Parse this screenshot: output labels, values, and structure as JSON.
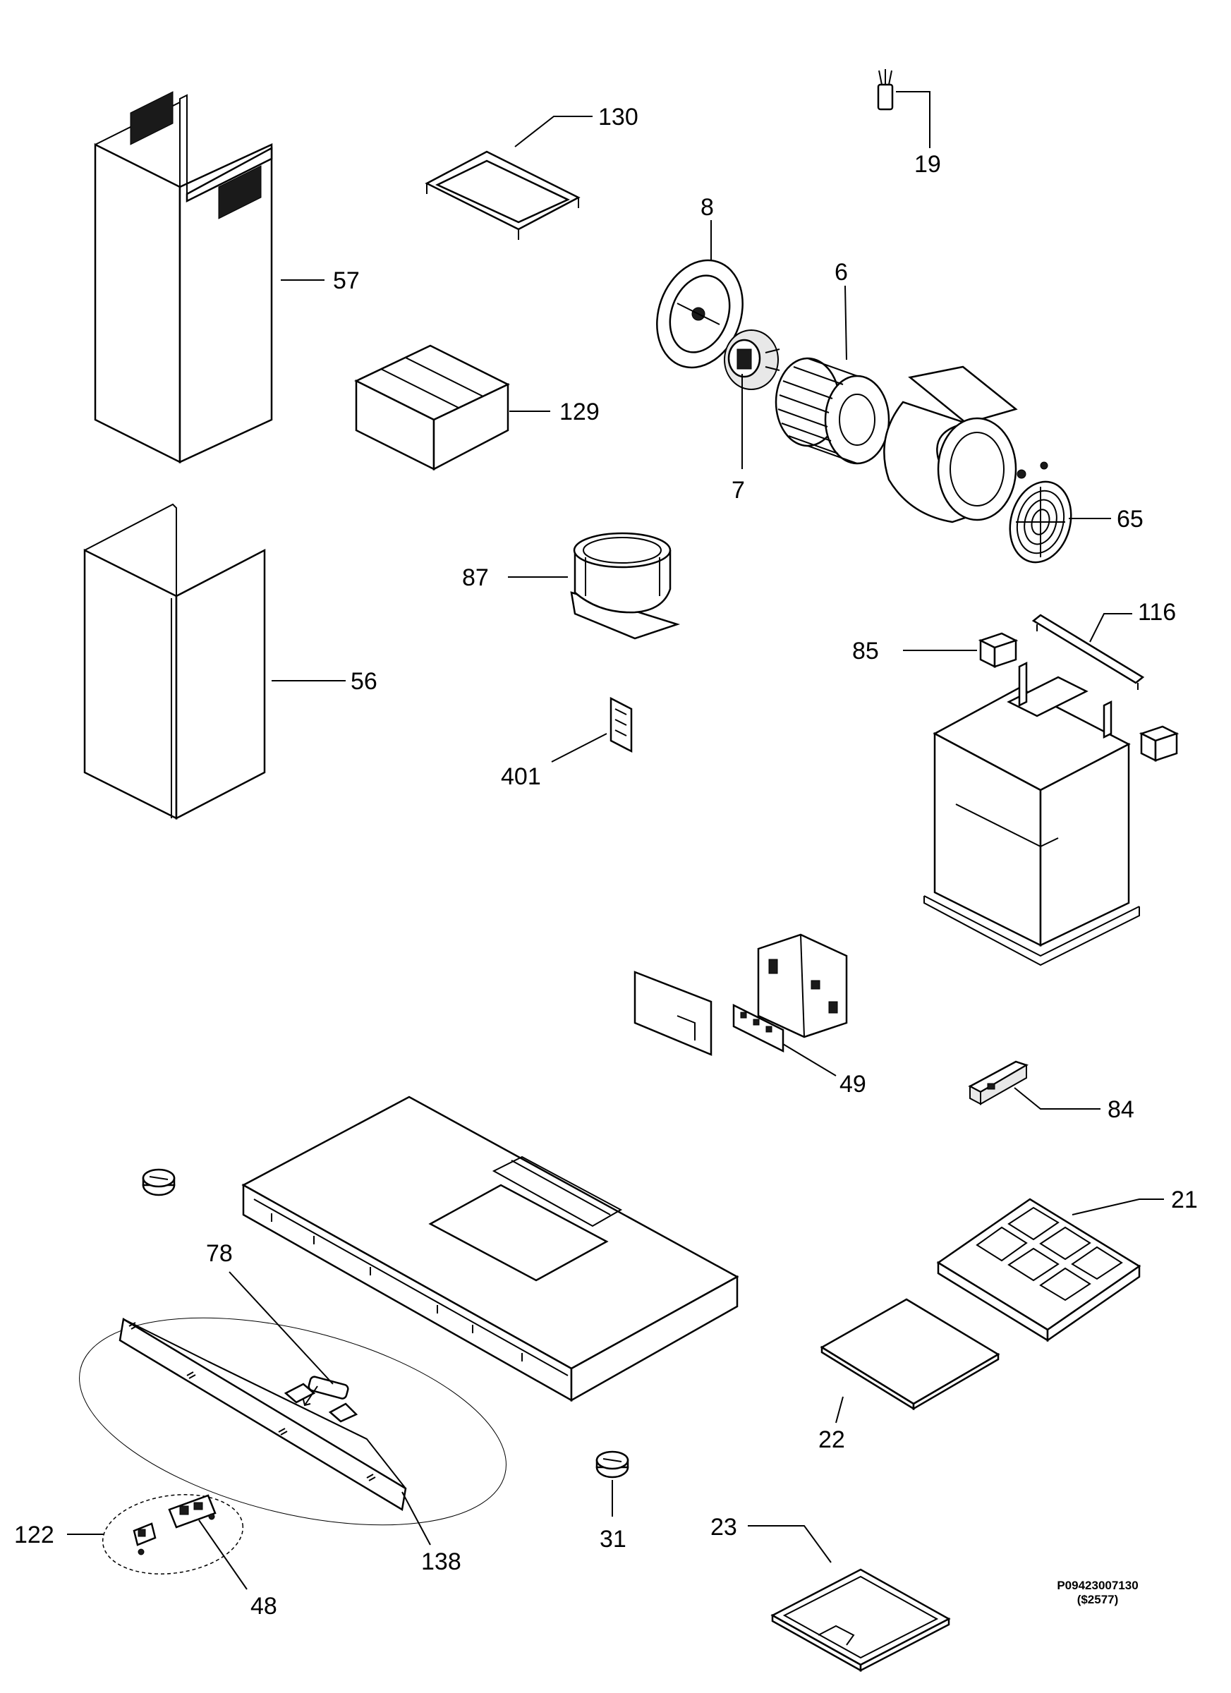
{
  "diagram": {
    "part_labels": [
      "130",
      "19",
      "8",
      "6",
      "57",
      "129",
      "7",
      "65",
      "87",
      "116",
      "85",
      "56",
      "401",
      "49",
      "84",
      "21",
      "78",
      "22",
      "31",
      "23",
      "122",
      "138",
      "48"
    ],
    "drawing_code": "P09423007130",
    "drawing_subcode": "($2577)",
    "line_color": "#000000",
    "background_color": "#ffffff"
  }
}
